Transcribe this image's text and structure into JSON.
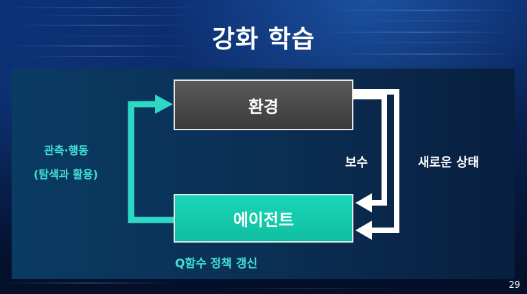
{
  "slide": {
    "title": "강화 학습",
    "page_number": "29"
  },
  "diagram": {
    "environment_label": "환경",
    "agent_label": "에이전트",
    "action_label_line1": "관측·행동",
    "action_label_line2": "(탐색과 활용)",
    "reward_label": "보수",
    "new_state_label": "새로운 상태",
    "update_label": "Q함수 정책 갱신"
  },
  "colors": {
    "accent_cyan": "#3fe0d2",
    "agent_box": "#19d6b8",
    "environment_box": "#4a4a4a",
    "arrow_white": "#ffffff"
  }
}
